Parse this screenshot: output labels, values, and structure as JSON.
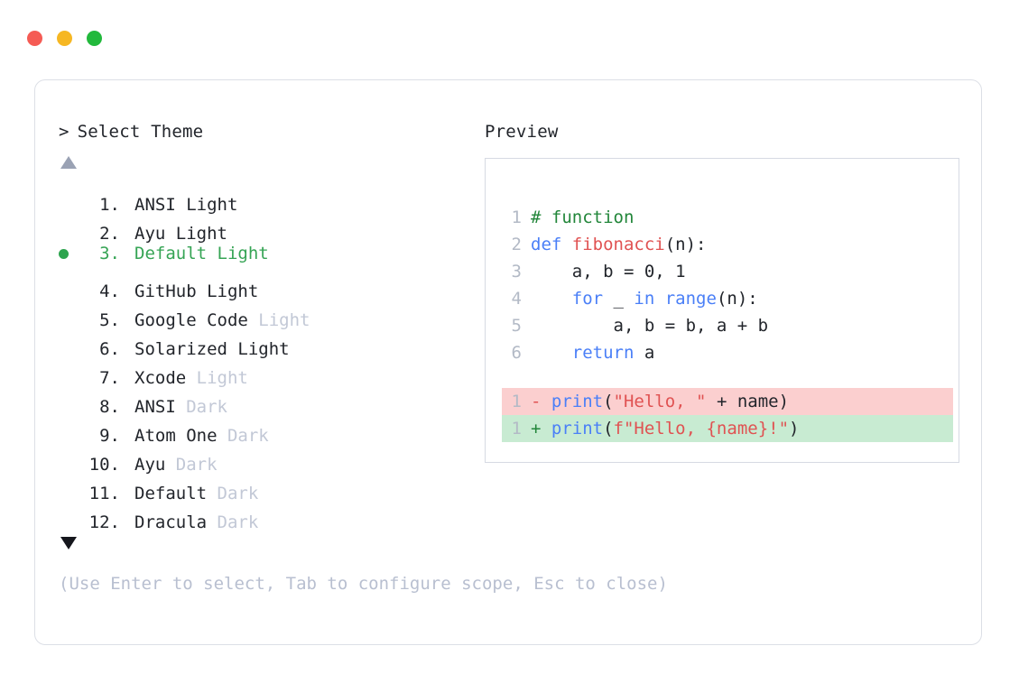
{
  "window": {
    "dots": [
      {
        "name": "close",
        "color": "#f55b54"
      },
      {
        "name": "minimize",
        "color": "#f6b723"
      },
      {
        "name": "maximize",
        "color": "#22b93c"
      }
    ]
  },
  "left": {
    "prompt_caret": ">",
    "title": "Select Theme",
    "scroll_up_icon": "triangle-up-icon",
    "scroll_down_icon": "triangle-down-icon",
    "selected_index": 3,
    "selected_color": "#36a455",
    "muted_color": "#c2c8d6",
    "items": [
      {
        "index": "1.",
        "name": "ANSI",
        "variant": "Light",
        "variant_muted": false,
        "selected": false
      },
      {
        "index": "2.",
        "name": "Ayu",
        "variant": "Light",
        "variant_muted": false,
        "selected": false
      },
      {
        "index": "3.",
        "name": "Default",
        "variant": "Light",
        "variant_muted": false,
        "selected": true
      },
      {
        "index": "4.",
        "name": "GitHub",
        "variant": "Light",
        "variant_muted": false,
        "selected": false
      },
      {
        "index": "5.",
        "name": "Google Code",
        "variant": "Light",
        "variant_muted": true,
        "selected": false
      },
      {
        "index": "6.",
        "name": "Solarized",
        "variant": "Light",
        "variant_muted": false,
        "selected": false
      },
      {
        "index": "7.",
        "name": "Xcode",
        "variant": "Light",
        "variant_muted": true,
        "selected": false
      },
      {
        "index": "8.",
        "name": "ANSI",
        "variant": "Dark",
        "variant_muted": true,
        "selected": false
      },
      {
        "index": "9.",
        "name": "Atom One",
        "variant": "Dark",
        "variant_muted": true,
        "selected": false
      },
      {
        "index": "10.",
        "name": "Ayu",
        "variant": "Dark",
        "variant_muted": true,
        "selected": false
      },
      {
        "index": "11.",
        "name": "Default",
        "variant": "Dark",
        "variant_muted": true,
        "selected": false
      },
      {
        "index": "12.",
        "name": "Dracula",
        "variant": "Dark",
        "variant_muted": true,
        "selected": false
      }
    ]
  },
  "right": {
    "title": "Preview",
    "code_lines": [
      {
        "ln": "1",
        "tokens": [
          {
            "t": "# function",
            "c": "tok-comment"
          }
        ]
      },
      {
        "ln": "2",
        "tokens": [
          {
            "t": "def ",
            "c": "tok-kw"
          },
          {
            "t": "fibonacci",
            "c": "tok-fn"
          },
          {
            "t": "(n):",
            "c": "tok-plain"
          }
        ]
      },
      {
        "ln": "3",
        "tokens": [
          {
            "t": "    a, b = 0, 1",
            "c": "tok-plain"
          }
        ]
      },
      {
        "ln": "4",
        "tokens": [
          {
            "t": "    ",
            "c": "tok-plain"
          },
          {
            "t": "for",
            "c": "tok-kw"
          },
          {
            "t": " _ ",
            "c": "tok-plain"
          },
          {
            "t": "in range",
            "c": "tok-kw"
          },
          {
            "t": "(n):",
            "c": "tok-plain"
          }
        ]
      },
      {
        "ln": "5",
        "tokens": [
          {
            "t": "        a, b = b, a + b",
            "c": "tok-plain"
          }
        ]
      },
      {
        "ln": "6",
        "tokens": [
          {
            "t": "    ",
            "c": "tok-plain"
          },
          {
            "t": "return",
            "c": "tok-kw"
          },
          {
            "t": " a",
            "c": "tok-plain"
          }
        ]
      }
    ],
    "diff_lines": [
      {
        "ln": "1",
        "kind": "diff-del",
        "tokens": [
          {
            "t": "- ",
            "c": "tok-del"
          },
          {
            "t": "print",
            "c": "tok-kw"
          },
          {
            "t": "(",
            "c": "tok-plain"
          },
          {
            "t": "\"Hello, \"",
            "c": "tok-str"
          },
          {
            "t": " + name)",
            "c": "tok-plain"
          }
        ]
      },
      {
        "ln": "1",
        "kind": "diff-add",
        "tokens": [
          {
            "t": "+ ",
            "c": "tok-add"
          },
          {
            "t": "print",
            "c": "tok-kw"
          },
          {
            "t": "(",
            "c": "tok-plain"
          },
          {
            "t": "f\"Hello, {name}!\"",
            "c": "tok-str"
          },
          {
            "t": ")",
            "c": "tok-plain"
          }
        ]
      }
    ]
  },
  "footer": {
    "hint": "(Use Enter to select, Tab to configure scope, Esc to close)"
  }
}
